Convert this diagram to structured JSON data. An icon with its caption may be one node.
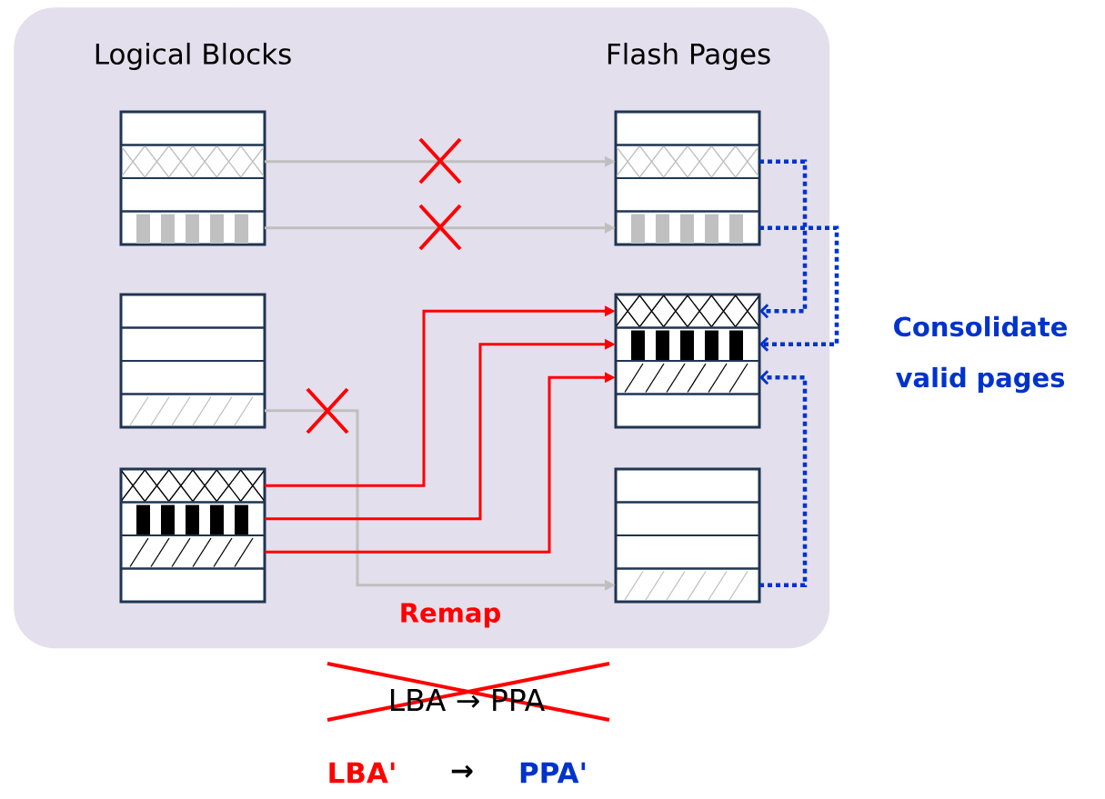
{
  "diagram": {
    "nodes": [
      {
        "text": [
          "Logical Blocks",
          "Flash Pages"
        ]
      },
      {
        "text": [],
        "shape": "box",
        "in": 0
      },
      {
        "text": [],
        "shape": "box",
        "in": 1
      },
      {
        "text": [],
        "shape": "box",
        "in": 1
      },
      {
        "text": [],
        "shape": "box",
        "in": 1
      },
      {
        "text": [],
        "shape": "box",
        "in": 1
      },
      {
        "text": [],
        "shape": "box",
        "in": 0
      },
      {
        "text": [],
        "shape": "box",
        "in": 6
      },
      {
        "text": [],
        "shape": "box",
        "in": 6
      },
      {
        "text": [],
        "shape": "box",
        "in": 6
      },
      {
        "text": [],
        "shape": "box",
        "in": 6
      },
      {
        "text": [],
        "shape": "box",
        "in": 0
      },
      {
        "text": [],
        "shape": "box",
        "in": 11
      },
      {
        "text": [],
        "shape": "box",
        "in": 11
      },
      {
        "text": [],
        "shape": "box",
        "in": 11
      },
      {
        "text": [],
        "shape": "box",
        "in": 11
      },
      {
        "text": [],
        "shape": "box",
        "in": 0
      },
      {
        "text": [],
        "shape": "box",
        "in": 16
      },
      {
        "text": [],
        "shape": "box",
        "in": 16
      },
      {
        "text": [],
        "shape": "box",
        "in": 16
      },
      {
        "text": [],
        "shape": "box",
        "in": 16
      },
      {
        "text": [],
        "shape": "box",
        "in": 0
      },
      {
        "text": [],
        "shape": "box",
        "in": 21
      },
      {
        "text": [],
        "shape": "box",
        "in": 21
      },
      {
        "text": [],
        "shape": "box",
        "in": 21
      },
      {
        "text": [],
        "shape": "box",
        "in": 21
      },
      {
        "text": [],
        "shape": "box",
        "in": 0
      },
      {
        "text": [],
        "shape": "box",
        "in": 26
      },
      {
        "text": [],
        "shape": "box",
        "in": 26
      },
      {
        "text": [],
        "shape": "box",
        "in": 26
      },
      {
        "text": [],
        "shape": "box",
        "in": 26
      }
    ],
    "edges": [
      {
        "from": 3,
        "to": 8,
        "arrow": "to",
        "color": "#bfbfbf"
      },
      {
        "from": 5,
        "to": 10,
        "arrow": "to",
        "color": "#bfbfbf"
      },
      {
        "from": 15,
        "to": 30,
        "arrow": "to",
        "color": "#bfbfbf"
      },
      {
        "from": 22,
        "to": 17,
        "arrow": "to",
        "color": "#ff0000"
      },
      {
        "from": 23,
        "to": 18,
        "arrow": "to",
        "color": "#ff0000"
      },
      {
        "from": 24,
        "to": 19,
        "arrow": "to",
        "color": "#ff0000"
      },
      {
        "from": 8,
        "to": 17,
        "arrow": "to",
        "style": "dashed",
        "color": "#0033cc"
      },
      {
        "from": 10,
        "to": 18,
        "arrow": "to",
        "style": "dashed",
        "color": "#0033cc"
      },
      {
        "from": 30,
        "to": 19,
        "arrow": "to",
        "style": "dashed",
        "color": "#0033cc"
      }
    ],
    "labels": [
      "Consolidate valid pages",
      "Remap",
      "LBA → PPA",
      "LBA'",
      "→",
      "PPA'"
    ]
  }
}
